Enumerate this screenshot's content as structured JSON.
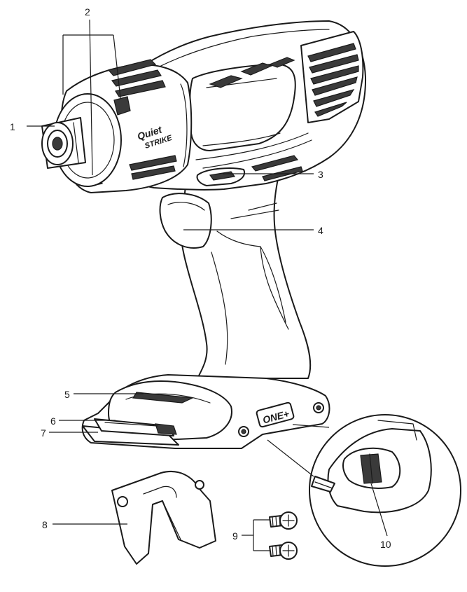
{
  "callouts": [
    {
      "id": "1",
      "label": "1"
    },
    {
      "id": "2",
      "label": "2"
    },
    {
      "id": "3",
      "label": "3"
    },
    {
      "id": "4",
      "label": "4"
    },
    {
      "id": "5",
      "label": "5"
    },
    {
      "id": "6",
      "label": "6"
    },
    {
      "id": "7",
      "label": "7"
    },
    {
      "id": "8",
      "label": "8"
    },
    {
      "id": "9",
      "label": "9"
    },
    {
      "id": "10",
      "label": "10"
    }
  ],
  "brand": {
    "quiet": "Quiet",
    "strike": "STRIKE",
    "battery_logo": "ONE+"
  },
  "colors": {
    "line": "#1a1a1a",
    "background": "#ffffff",
    "dark_fill": "#3a3a3a"
  }
}
